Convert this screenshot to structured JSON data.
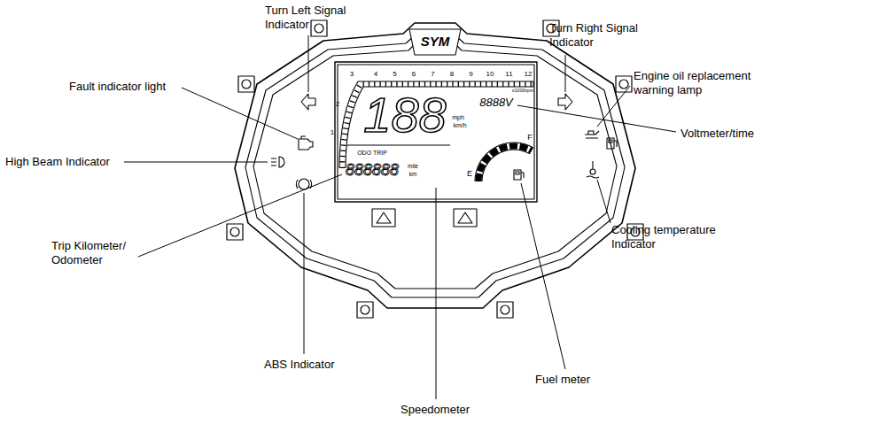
{
  "diagram": {
    "labels": [
      "Turn Left Signal Indicator",
      "Turn Right Signal Indicator",
      "Engine oil replacement warning lamp",
      "Fault indicator light",
      "Voltmeter/time",
      "High Beam Indicator",
      "Trip Kilometer/ Odometer",
      "Cooling temperature Indicator",
      "ABS Indicator",
      "Fuel meter",
      "Speedometer",
      "SYM",
      "188",
      "8888V",
      "ODO TRIP",
      "888888",
      "mph",
      "km/h",
      "mile",
      "km",
      "F",
      "E",
      "1",
      "2",
      "3",
      "4",
      "5",
      "6",
      "7",
      "8",
      "9",
      "10",
      "11",
      "12",
      "x1000rpm"
    ]
  }
}
